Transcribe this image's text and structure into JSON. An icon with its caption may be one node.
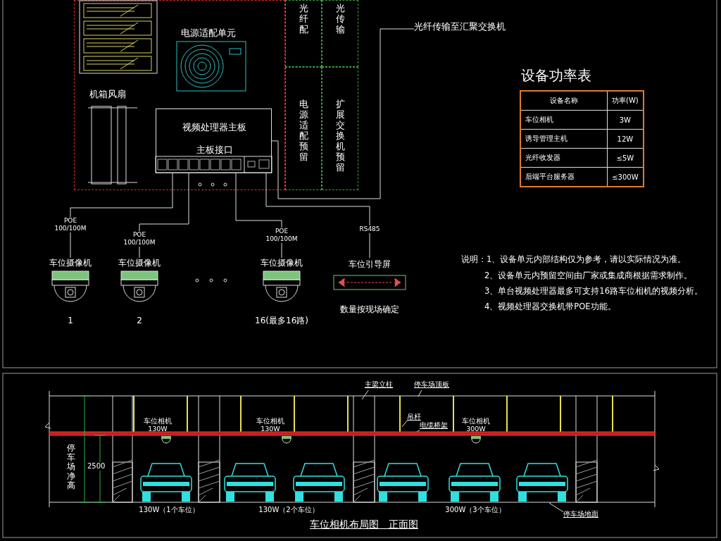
{
  "diagram": {
    "caption": "车位相机布局图　正面图",
    "nodes": [
      {
        "text": [],
        "shape": "box"
      },
      {
        "text": [],
        "shape": "picture",
        "in": 0
      },
      {
        "text": [
          "电源适配单元"
        ],
        "in": 0
      },
      {
        "text": [
          "机箱风扇"
        ],
        "in": 0
      },
      {
        "text": [
          "视频处理器主板",
          "主板接口"
        ],
        "in": 0
      },
      {
        "text": [
          "光纤配"
        ]
      },
      {
        "text": [
          "光传输"
        ]
      },
      {
        "text": [
          "电源适配预留"
        ]
      },
      {
        "text": [
          "扩展交换机预留"
        ]
      },
      {
        "text": [
          "光纤传输至汇聚交换机"
        ]
      },
      {
        "text": [
          "车位摄像机"
        ],
        "beside": [
          "1"
        ]
      },
      {
        "text": [
          "车位摄像机"
        ],
        "beside": [
          "2"
        ]
      },
      {
        "text": [
          "车位摄像机"
        ],
        "beside": [
          "16(最多16路)"
        ]
      },
      {
        "text": [
          "车位引导屏"
        ],
        "beside": [
          "数量按现场确定"
        ]
      },
      {
        "text": [
          "主梁立柱"
        ]
      },
      {
        "text": [
          "停车场顶板"
        ]
      },
      {
        "text": [
          "吊杆"
        ]
      },
      {
        "text": [
          "电缆桥架"
        ]
      },
      {
        "text": [
          "停车场地面"
        ]
      }
    ],
    "edges": [
      {
        "from": 4,
        "to": 10,
        "arrow": "none",
        "label": "POE 100/100M"
      },
      {
        "from": 4,
        "to": 11,
        "arrow": "none",
        "label": "POE 100/100M"
      },
      {
        "from": 4,
        "to": 12,
        "arrow": "none",
        "label": "POE 100/100M"
      },
      {
        "from": 4,
        "to": 13,
        "arrow": "none",
        "label": "RS485"
      },
      {
        "from": 4,
        "to": 9,
        "arrow": "none"
      },
      {
        "from": 14,
        "to": null,
        "arrow": "none"
      },
      {
        "from": 15,
        "to": null,
        "arrow": "none"
      },
      {
        "from": 16,
        "to": null,
        "arrow": "none"
      },
      {
        "from": 17,
        "to": null,
        "arrow": "none"
      },
      {
        "from": 18,
        "to": null,
        "arrow": "none"
      }
    ],
    "labels": [
      "设备功率表",
      "设备名称",
      "功率(W)",
      "车位相机",
      "3W",
      "诱导管理主机",
      "12W",
      "光纤收发器",
      "≤5W",
      "后端平台服务器",
      "≤300W",
      "说明：1、设备单元内部结构仅为参考，请以实际情况为准。",
      "2、设备单元内预留空间由厂家或集成商根据需求制作。",
      "3、单台视频处理器最多可支持16路车位相机的视频分析。",
      "4、视频处理器交换机带POE功能。",
      "车位相机 130W",
      "车位相机 130W",
      "车位相机 300W",
      "停车场净高",
      "2500",
      "130W（1个车位）",
      "130W（2个车位）",
      "300W（3个车位）"
    ]
  }
}
